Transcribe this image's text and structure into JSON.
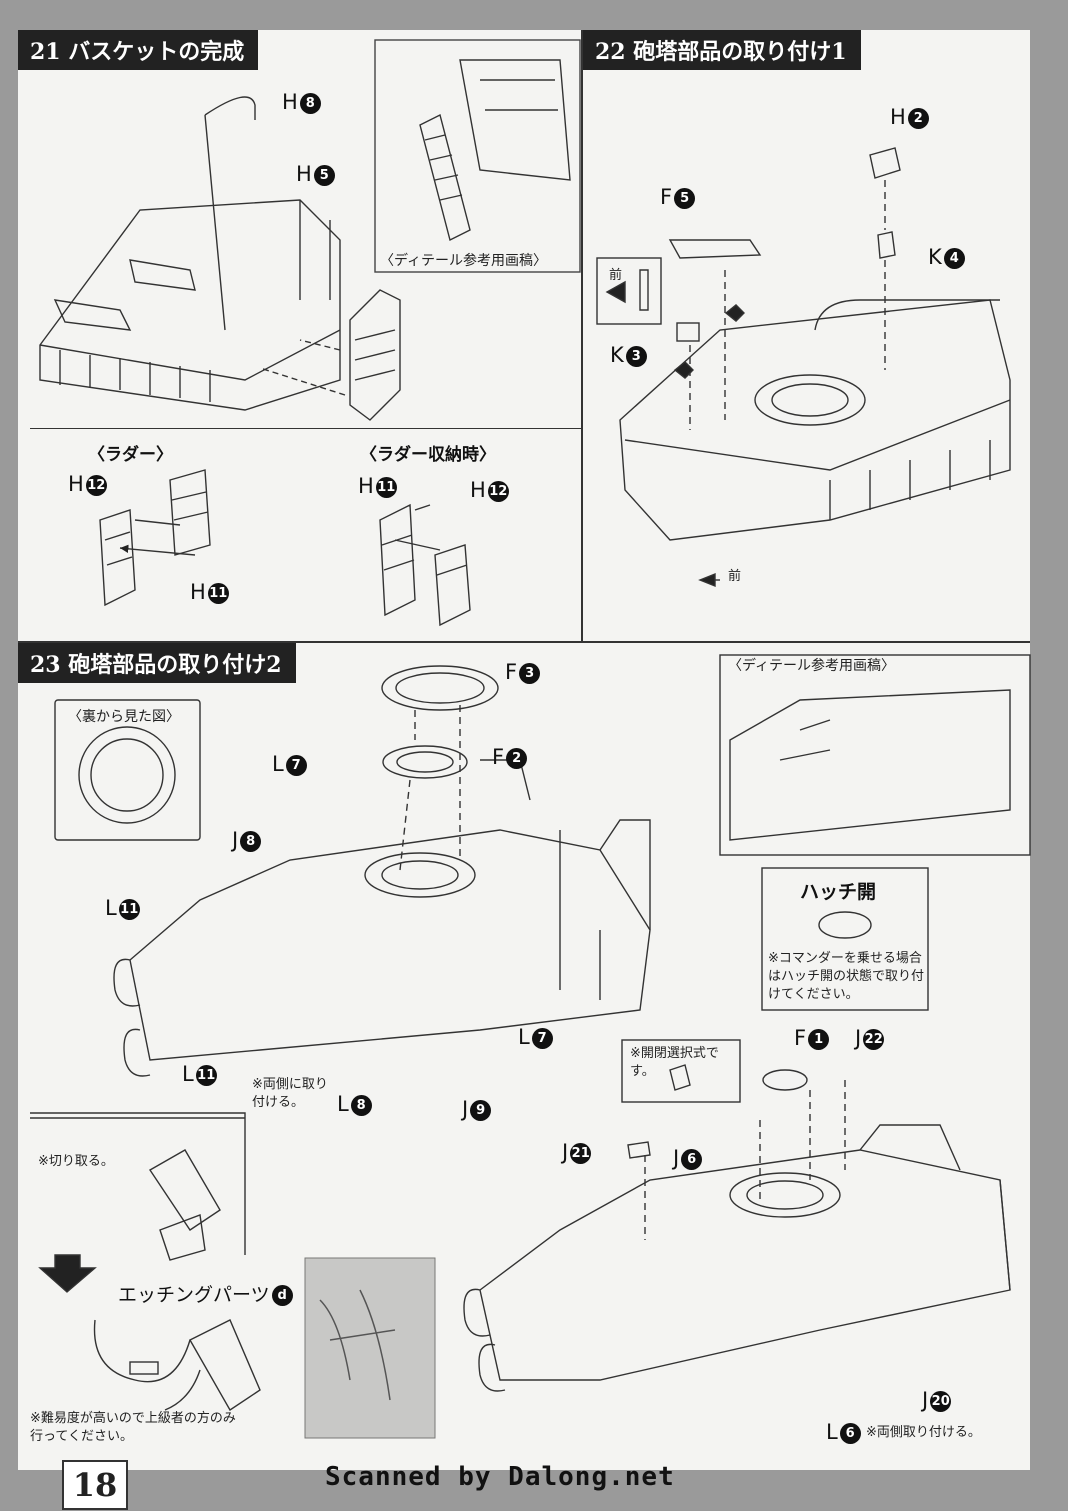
{
  "sections": {
    "s21": {
      "title": "21 バスケットの完成"
    },
    "s22": {
      "title": "22 砲塔部品の取り付け1"
    },
    "s23": {
      "title": "23 砲塔部品の取り付け2"
    }
  },
  "s21": {
    "labels": {
      "h8": "H",
      "h8n": "8",
      "h5": "H",
      "h5n": "5"
    },
    "detail_caption": "〈ディテール参考用画稿〉",
    "ladder_title": "〈ラダー〉",
    "ladder_stow_title": "〈ラダー収納時〉",
    "ladder_labels": {
      "a": "H",
      "an": "12",
      "b": "H",
      "bn": "11",
      "c": "H",
      "cn": "11",
      "d": "H",
      "dn": "12"
    }
  },
  "s22": {
    "labels": {
      "h2": "H",
      "h2n": "2",
      "f5": "F",
      "f5n": "5",
      "k4": "K",
      "k4n": "4",
      "k3": "K",
      "k3n": "3"
    },
    "front": "前",
    "front2": "前"
  },
  "s23": {
    "labels": {
      "f3": "F",
      "f3n": "3",
      "f2": "F",
      "f2n": "2",
      "l7a": "L",
      "l7an": "7",
      "j8": "J",
      "j8n": "8",
      "l11a": "L",
      "l11an": "11",
      "l7b": "L",
      "l7bn": "7",
      "l11b": "L",
      "l11bn": "11",
      "l8": "L",
      "l8n": "8",
      "j9": "J",
      "j9n": "9",
      "f1": "F",
      "f1n": "1",
      "j22": "J",
      "j22n": "22",
      "j21": "J",
      "j21n": "21",
      "j6": "J",
      "j6n": "6",
      "j20": "J",
      "j20n": "20",
      "l6": "L",
      "l6n": "6"
    },
    "back_view": "〈裏から見た図〉",
    "detail_caption": "〈ディテール参考用画稿〉",
    "hatch_title": "ハッチ開",
    "hatch_note": "※コマンダーを乗せる場合はハッチ開の状態で取り付けてください。",
    "both_sides": "※両側に取り付ける。",
    "open_select": "※開閉選択式です。",
    "cut": "※切り取る。",
    "etching": "エッチングパーツ",
    "etching_n": "d",
    "difficulty": "※難易度が高いので上級者の方のみ行ってください。",
    "both_sides2": "※両側取り付ける。"
  },
  "footer": {
    "page": "18",
    "scan": "Scanned by Dalong.net"
  }
}
